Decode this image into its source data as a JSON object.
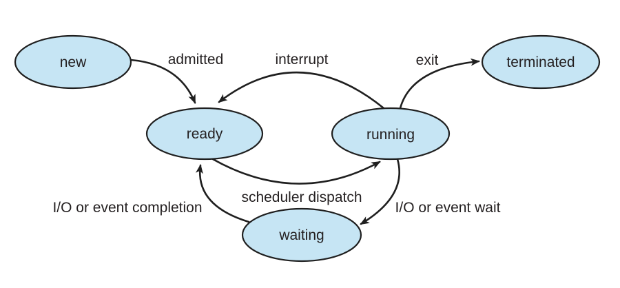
{
  "diagram": {
    "type": "state-diagram",
    "colors": {
      "background": "#ffffff",
      "node_fill": "#c6e5f4",
      "node_stroke": "#1f1f1f",
      "arrow": "#1f1f1f",
      "text": "#231f20"
    },
    "nodes": [
      {
        "id": "new",
        "label": "new"
      },
      {
        "id": "ready",
        "label": "ready"
      },
      {
        "id": "running",
        "label": "running"
      },
      {
        "id": "waiting",
        "label": "waiting"
      },
      {
        "id": "terminated",
        "label": "terminated"
      }
    ],
    "edges": [
      {
        "from": "new",
        "to": "ready",
        "label": "admitted"
      },
      {
        "from": "running",
        "to": "ready",
        "label": "interrupt"
      },
      {
        "from": "running",
        "to": "terminated",
        "label": "exit"
      },
      {
        "from": "ready",
        "to": "running",
        "label": "scheduler dispatch"
      },
      {
        "from": "running",
        "to": "waiting",
        "label": "I/O or event wait"
      },
      {
        "from": "waiting",
        "to": "ready",
        "label": "I/O or event completion"
      }
    ]
  }
}
